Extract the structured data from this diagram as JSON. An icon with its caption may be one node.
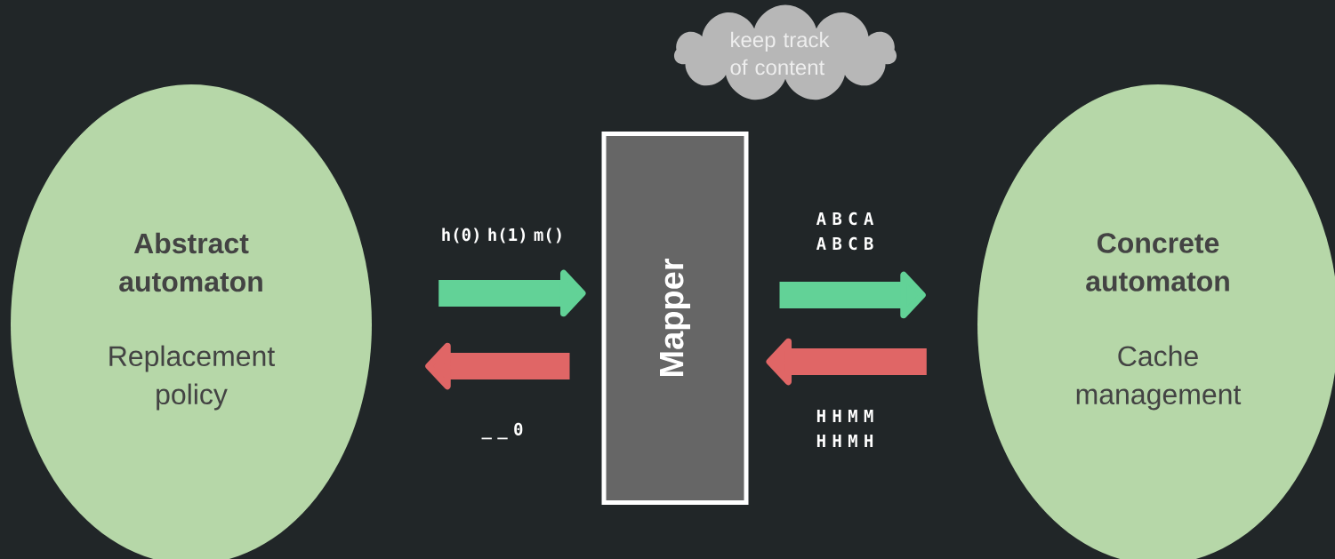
{
  "diagram": {
    "nodes": [
      {
        "text": [
          "Abstract automaton",
          "Replacement policy"
        ]
      },
      {
        "text": [
          "Mapper"
        ]
      },
      {
        "text": [
          "Concrete automaton",
          "Cache management"
        ]
      },
      {
        "text": [
          "keep track of content"
        ]
      }
    ],
    "edges": [
      {
        "from": 0,
        "to": 1,
        "arrow": "to",
        "label": "h(0) h(1) m()",
        "color": "#62d297"
      },
      {
        "from": 1,
        "to": 0,
        "arrow": "to",
        "label": "_ _ 0",
        "color": "#e06666"
      },
      {
        "from": 1,
        "to": 2,
        "arrow": "to",
        "label": "A B C A A B C B",
        "color": "#62d297"
      },
      {
        "from": 2,
        "to": 1,
        "arrow": "to",
        "label": "H H M M H H M H",
        "color": "#e06666"
      }
    ]
  }
}
